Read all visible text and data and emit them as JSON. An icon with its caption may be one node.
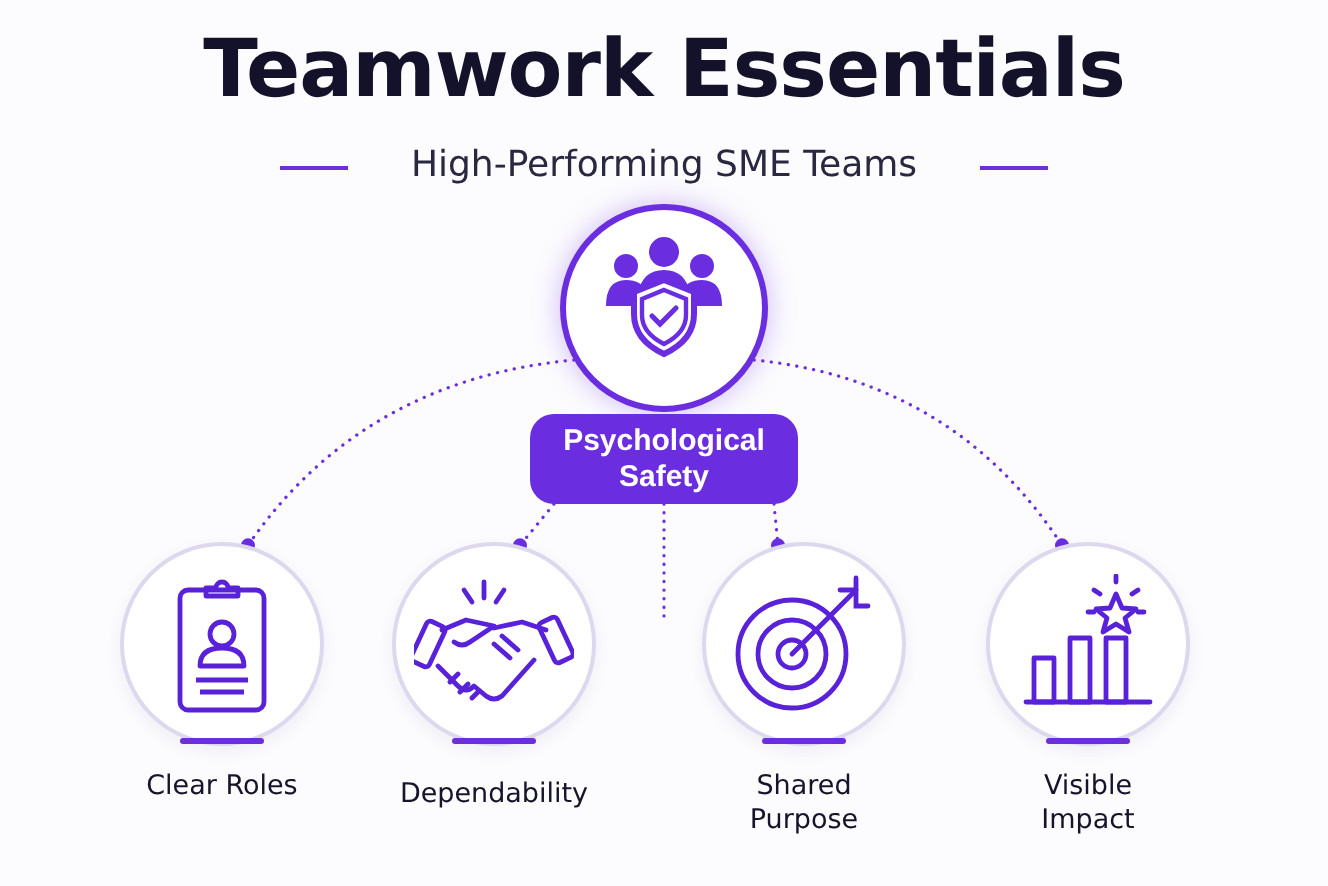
{
  "diagram": {
    "title": "Teamwork Essentials",
    "nodes": [
      {
        "text": [],
        "shape": "circle"
      },
      {
        "text": [
          "Psychological Safety"
        ]
      },
      {
        "text": [
          "Clear Roles"
        ]
      },
      {
        "text": [
          "Dependability"
        ]
      },
      {
        "text": [
          "Shared Purpose"
        ]
      },
      {
        "text": [
          "Visible Impact"
        ]
      }
    ],
    "edges": [
      {
        "from": 0,
        "to": 2,
        "arrow": "other"
      },
      {
        "from": 1,
        "to": 3,
        "arrow": "other"
      },
      {
        "from": 1,
        "to": null,
        "arrow": "none"
      },
      {
        "from": 1,
        "to": 4,
        "arrow": "other"
      },
      {
        "from": 0,
        "to": 5,
        "arrow": "other"
      }
    ],
    "labels": [
      "High-Performing SME Teams"
    ]
  }
}
